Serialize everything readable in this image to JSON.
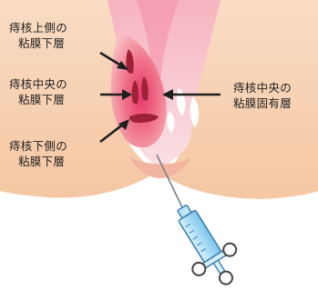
{
  "labels": {
    "upper": {
      "line1": "痔核上側の",
      "line2": "粘膜下層"
    },
    "middle": {
      "line1": "痔核中央の",
      "line2": "粘膜下層"
    },
    "lower": {
      "line1": "痔核下側の",
      "line2": "粘膜下層"
    },
    "lamina": {
      "line1": "痔核中央の",
      "line2": "粘膜固有層"
    }
  },
  "colors": {
    "buttock": "#f7d3b4",
    "mucosa_light": "#f3a2a8",
    "mucosa_mid": "#ee6c87",
    "hemorrhoid_core": "#e9376a",
    "submucosa_mark": "#9e2236",
    "syringe_body": "#a9dcf5",
    "syringe_outline": "#3b7fb0"
  }
}
